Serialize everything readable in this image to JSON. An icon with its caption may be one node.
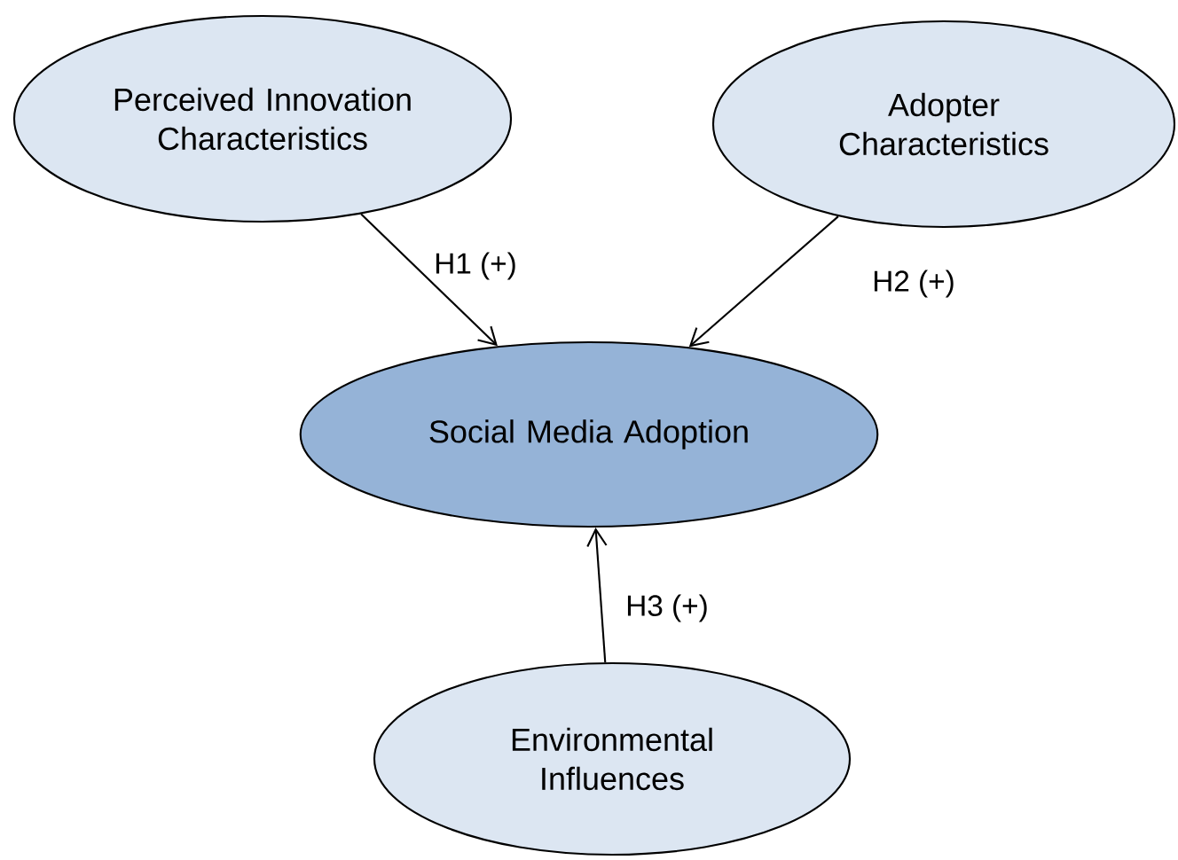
{
  "diagram": {
    "nodes": [
      {
        "text": [
          "Perceived Innovation Characteristics"
        ]
      },
      {
        "text": [
          "Adopter Characteristics"
        ]
      },
      {
        "text": [
          "Social Media Adoption"
        ]
      },
      {
        "text": [
          "Environmental Influences"
        ]
      }
    ],
    "edges": [
      {
        "from": 0,
        "to": 2,
        "arrow": "to",
        "label": "H1 (+)"
      },
      {
        "from": 1,
        "to": 2,
        "arrow": "to",
        "label": "H2 (+)"
      },
      {
        "from": 3,
        "to": 2,
        "arrow": "to",
        "label": "H3 (+)"
      }
    ]
  }
}
